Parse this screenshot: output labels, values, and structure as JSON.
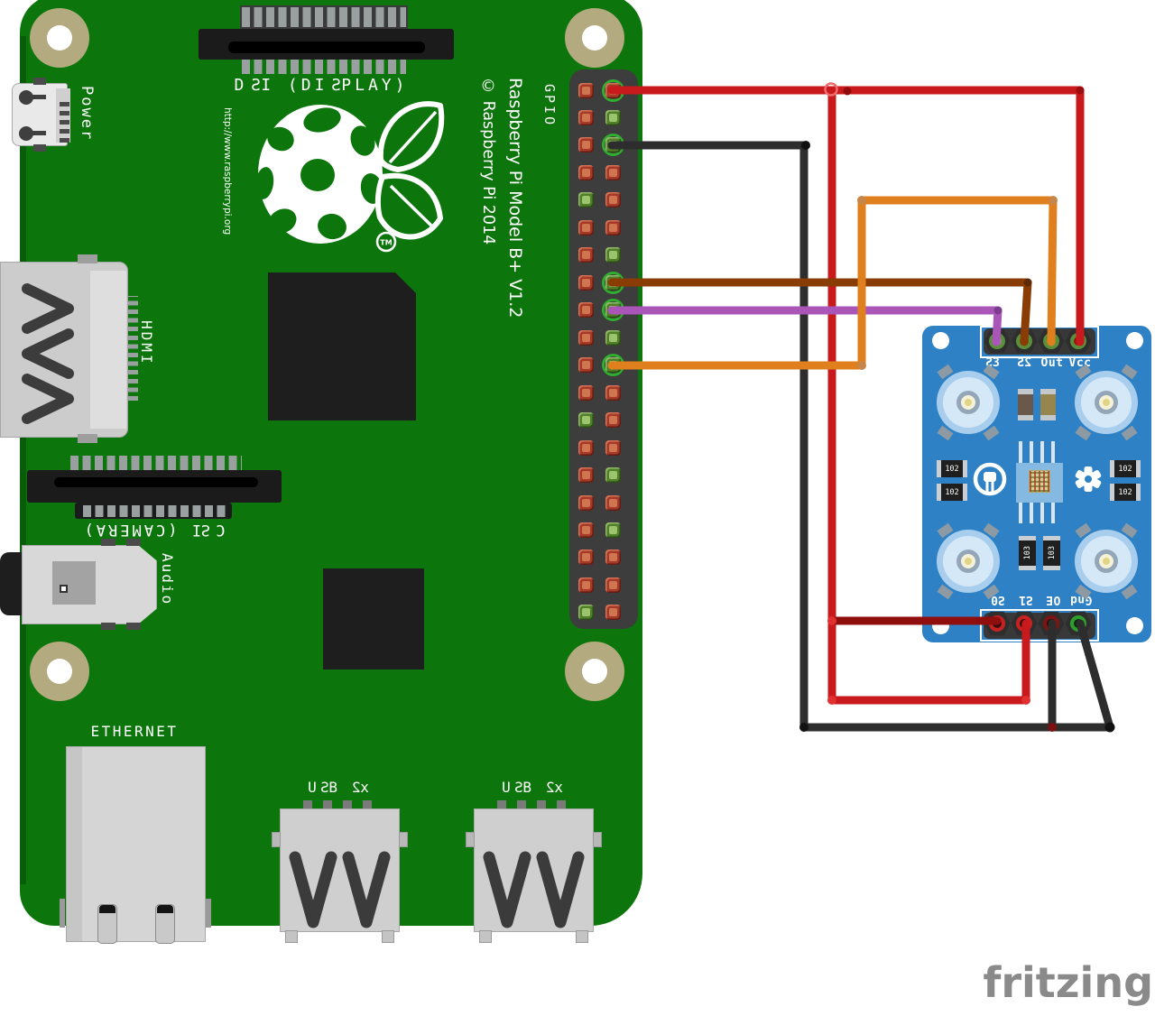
{
  "diagram": {
    "tool_watermark": "fritzing"
  },
  "pi": {
    "labels": {
      "power": "Power",
      "dsi": "DSI (DISPLAY)",
      "gpio": "GPIO",
      "hdmi": "HDMI",
      "csi": "CSI (CAMERA)",
      "audio": "Audio",
      "ethernet": "ETHERNET",
      "usb": "USB 2x",
      "url": "http://www.raspberrypi.org",
      "model": "Raspberry Pi Model B+ V1.2",
      "copyright": "© Raspberry Pi 2014",
      "tm": "TM"
    },
    "gpio_header": {
      "rows": 20,
      "columns": 2,
      "left_green_rows": [
        5,
        13,
        20
      ],
      "right_green_rows": [
        2,
        3,
        7,
        8,
        9,
        10,
        11,
        15,
        17
      ],
      "wired_right_rows": [
        1,
        3,
        8,
        9,
        11
      ]
    }
  },
  "sensor": {
    "top_pins": [
      "S3",
      "S2",
      "Out",
      "Vcc"
    ],
    "bottom_pins": [
      "S0",
      "S1",
      "OE",
      "Gnd"
    ],
    "resistors": {
      "left": [
        "102",
        "102"
      ],
      "right": [
        "102",
        "102"
      ],
      "bottom": [
        "103",
        "103"
      ]
    }
  },
  "wires": [
    {
      "name": "red-power",
      "color": "#c8191c",
      "from": "GPIO header row 1 right pin",
      "to": "sensor Vcc"
    },
    {
      "name": "red-branch-s1",
      "color": "#c8191c",
      "from": "red power line",
      "to": "sensor S1"
    },
    {
      "name": "dark-red-s0",
      "color": "#8f0f0f",
      "from": "red power line",
      "to": "sensor S0"
    },
    {
      "name": "black-ground",
      "color": "#2d2d2d",
      "from": "GPIO header row 3 right pin",
      "to": "sensor Gnd"
    },
    {
      "name": "black-oe",
      "color": "#2d2d2d",
      "from": "sensor OE",
      "to": "ground line"
    },
    {
      "name": "brown-s2",
      "color": "#8a3c05",
      "from": "GPIO header row 8 right pin",
      "to": "sensor S2"
    },
    {
      "name": "purple-s3",
      "color": "#aa56b8",
      "from": "GPIO header row 9 right pin",
      "to": "sensor S3"
    },
    {
      "name": "orange-out",
      "color": "#e07f1d",
      "from": "GPIO header row 11 right pin",
      "to": "sensor Out"
    }
  ],
  "colors": {
    "board_green": "#0c760c",
    "sensor_blue": "#2e81c4",
    "watermark_gray": "#8a8a8a"
  }
}
